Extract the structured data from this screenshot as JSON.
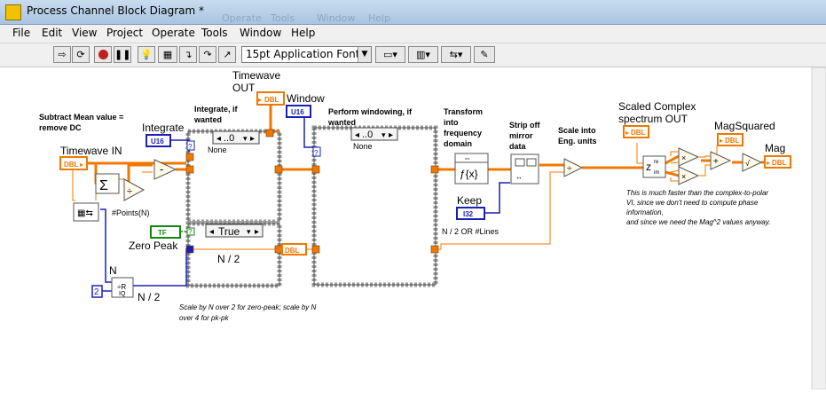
{
  "window": {
    "title": "Process Channel Block Diagram *",
    "ghost_menu": [
      "Operate",
      "Tools",
      "Window",
      "Help"
    ]
  },
  "menu": [
    "File",
    "Edit",
    "View",
    "Project",
    "Operate",
    "Tools",
    "Window",
    "Help"
  ],
  "toolbar": {
    "font": "15pt Application Font"
  },
  "diagram": {
    "notes": {
      "subtract_mean_1": "Subtract Mean value =",
      "subtract_mean_2": "remove DC",
      "integrate_1": "Integrate, if",
      "integrate_2": "wanted",
      "windowing_1": "Perform windowing, if",
      "windowing_2": "wanted",
      "transform_1": "Transform",
      "transform_2": "into",
      "transform_3": "frequency",
      "transform_4": "domain",
      "strip_1": "Strip off",
      "strip_2": "mirror",
      "strip_3": "data",
      "scale_1": "Scale into",
      "scale_2": "Eng. units",
      "scale_hint_1": "Scale by N over 2 for zero-peak; scale by N",
      "scale_hint_2": "over 4 for pk-pk",
      "faster_1": "This is much faster than the complex-to-polar",
      "faster_2": "VI, since we don't need to compute phase",
      "faster_3": "information,",
      "faster_4": "and since we need the Mag^2 values anyway.",
      "n_over_2_or_lines": "N / 2 OR #Lines"
    },
    "labels": {
      "timewave_out_1": "Timewave",
      "timewave_out_2": "OUT",
      "window": "Window",
      "integrate": "Integrate",
      "timewave_in": "Timewave IN",
      "zero_peak": "Zero Peak",
      "n": "N",
      "n_over_2": "N / 2",
      "n_over_2_inner": "N / 2",
      "points_n": "#Points(N)",
      "keep": "Keep",
      "scaled_complex_1": "Scaled Complex",
      "scaled_complex_2": "spectrum OUT",
      "magsquared": "MagSquared",
      "mag": "Mag"
    },
    "terminals": {
      "dbl": "DBL",
      "u16": "U16",
      "i32": "I32",
      "tf": "TF"
    },
    "cases": {
      "integrate_sel": "..0",
      "integrate_none": "None",
      "window_sel": "..0",
      "window_none": "None",
      "zero_peak_sel": "True"
    },
    "constants": {
      "two": "2"
    },
    "glyphs": {
      "fx": "ƒ{x}",
      "sigma": "Σ",
      "minus": "-",
      "times": "×",
      "plus": "+",
      "divide": "÷",
      "question": "?",
      "arrows": "⇔"
    }
  },
  "colors": {
    "dbl_wire": "#f07800",
    "int_wire": "#1a20b4",
    "bool_wire": "#118811"
  }
}
